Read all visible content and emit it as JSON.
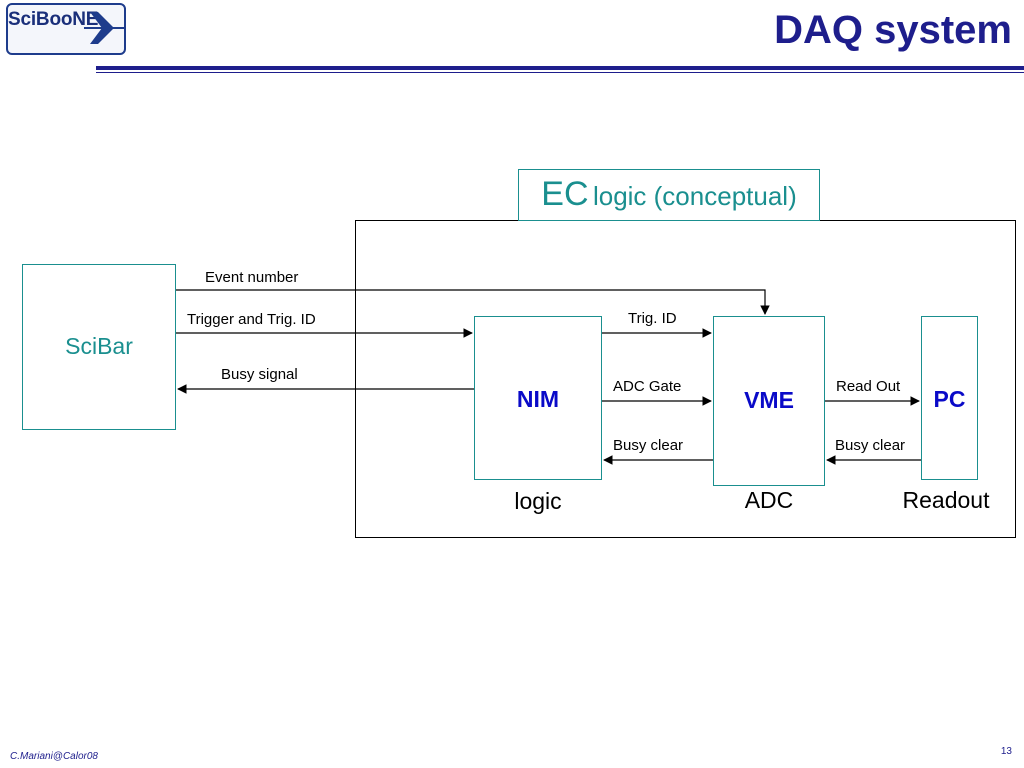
{
  "header": {
    "logo_text": "SciBooNE",
    "title": "DAQ system"
  },
  "diagram": {
    "ec_title_big": "EC",
    "ec_title_small": "logic (conceptual)",
    "nodes": {
      "scibar": "SciBar",
      "nim": "NIM",
      "vme": "VME",
      "pc": "PC"
    },
    "captions": {
      "nim": "logic",
      "vme": "ADC",
      "pc": "Readout"
    },
    "connections": {
      "event_number": "Event number",
      "trigger": "Trigger and Trig. ID",
      "busy_signal": "Busy signal",
      "trig_id": "Trig. ID",
      "adc_gate": "ADC Gate",
      "busy_clear_nim": "Busy clear",
      "read_out": "Read Out",
      "busy_clear_pc": "Busy clear"
    }
  },
  "footer": {
    "author": "C.Mariani@Calor08",
    "page_number": "13"
  },
  "colors": {
    "title": "#1e1e8c",
    "box_border": "#1a8f8f",
    "node_label": "#0a0ac8"
  }
}
